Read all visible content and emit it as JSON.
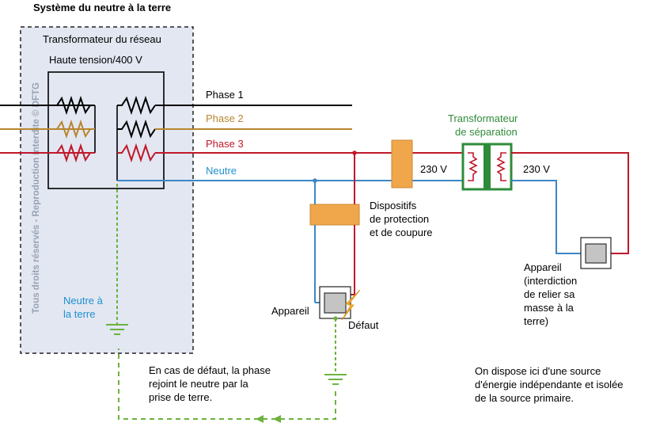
{
  "title": "Système du neutre à la terre",
  "transformer": {
    "line1": "Transformateur du réseau",
    "line2": "Haute tension/400 V"
  },
  "watermark": "Tous droits réservés - Reproduction interdite © DFTG",
  "lines": {
    "phase1": "Phase 1",
    "phase2": "Phase 2",
    "phase3": "Phase 3",
    "neutre": "Neutre"
  },
  "neutral_earth": [
    "Neutre à",
    "la terre"
  ],
  "protection": [
    "Dispositifs",
    "de protection",
    "et de coupure"
  ],
  "separation": [
    "Transformateur",
    "de séparation"
  ],
  "voltage_left": "230 V",
  "voltage_right": "230 V",
  "appliance_left": "Appareil",
  "fault": "Défaut",
  "appliance_right": [
    "Appareil",
    "(interdiction",
    "de relier sa",
    "masse à la",
    "terre)"
  ],
  "fault_note": [
    "En cas de défaut, la phase",
    "rejoint le neutre par la",
    "prise de terre."
  ],
  "source_note": [
    "On dispose ici d'une source",
    "d'énergie indépendante et isolée",
    "de la source primaire."
  ],
  "colors": {
    "phase1": "#000000",
    "phase2": "#b8862e",
    "phase3": "#c0182a",
    "neutre": "#3d86c6",
    "earth": "#6cb33f",
    "separation": "#2e8b3a",
    "protection": "#f0a64a",
    "panel": "#e2e7f2"
  }
}
